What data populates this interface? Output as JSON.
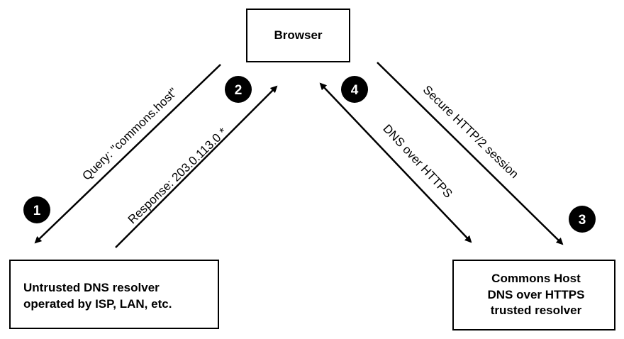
{
  "nodes": {
    "browser": "Browser",
    "untrusted_resolver": [
      "Untrusted DNS resolver",
      "operated by ISP, LAN, etc."
    ],
    "trusted_resolver": [
      "Commons Host",
      "DNS over HTTPS",
      "trusted resolver"
    ]
  },
  "edges": {
    "query": "Query: \"commons.host\"",
    "response": "Response: 203.0.113.0 *",
    "dns_over_https": "DNS over HTTPS",
    "secure_session": "Secure HTTP/2 session"
  },
  "steps": [
    "1",
    "2",
    "3",
    "4"
  ]
}
